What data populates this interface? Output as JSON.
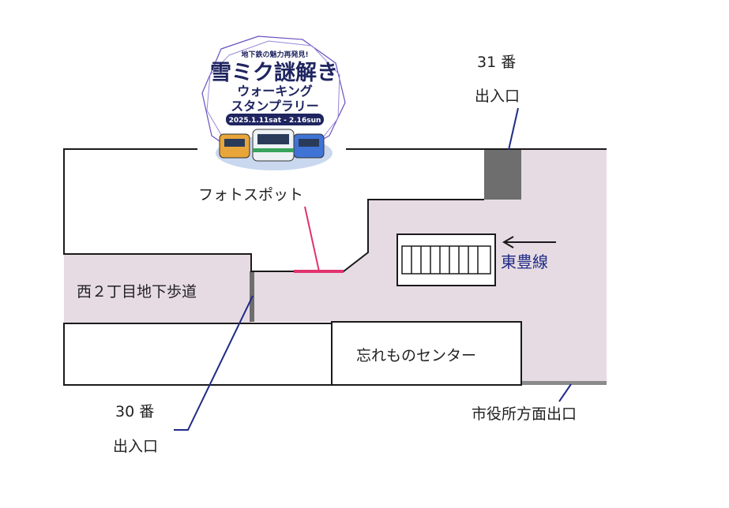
{
  "logo": {
    "tagline": "地下鉄の魅力再発見!",
    "title_main": "雪ミク謎解き",
    "title_sub1": "ウォーキング",
    "title_sub2": "スタンプラリー",
    "dates": "2025.1.11sat - 2.16sun"
  },
  "labels": {
    "photo_spot": "フォトスポット",
    "walkway": "西２丁目地下歩道",
    "lost_found": "忘れものセンター",
    "line_name": "東豊線",
    "city_hall_exit": "市役所方面出口",
    "exit31_num": "31 番",
    "exit31_label": "出入口",
    "exit30_num": "30 番",
    "exit30_label": "出入口"
  },
  "colors": {
    "floor": "#e6dbe3",
    "wall": "#1a1a1a",
    "exit_block": "#6e6e6e",
    "photo_spot": "#e0336f",
    "leader": "#1f2b86",
    "line_text": "#1f2b86",
    "logo_navy": "#1f2560",
    "logo_purple": "#6a4fc0"
  },
  "icons": {
    "stairs": "stairs-icon",
    "arrow": "arrow-left-icon",
    "trains": "train-icon"
  }
}
